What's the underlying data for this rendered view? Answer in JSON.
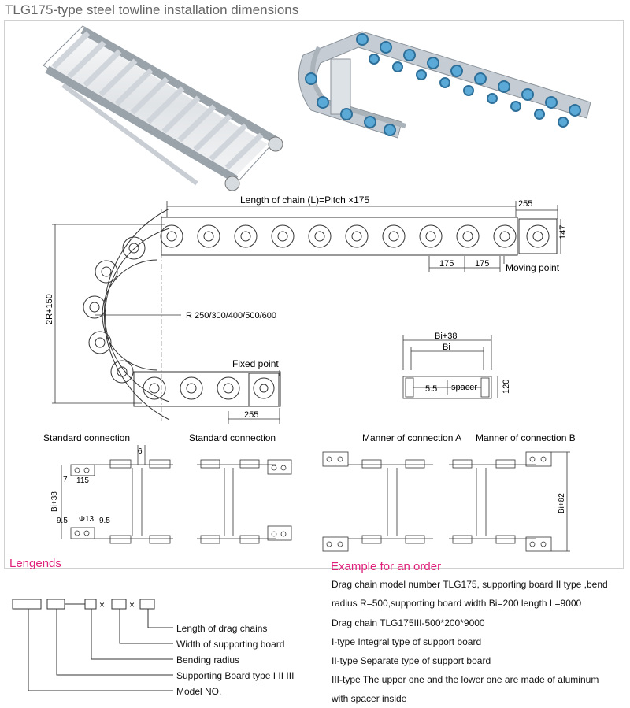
{
  "title": "TLG175-type steel towline installation dimensions",
  "drawing": {
    "length_label": "Length of chain (L)=Pitch ×175",
    "dim_255_top": "255",
    "dim_147": "147",
    "dim_175_a": "175",
    "dim_175_b": "175",
    "moving_point": "Moving point",
    "fixed_point": "Fixed point",
    "dim_255_bottom": "255",
    "dim_2r150": "2R+150",
    "radius_label": "R 250/300/400/500/600",
    "section": {
      "bi38": "Bi+38",
      "bi": "Bi",
      "dim_55": "5.5",
      "spacer": "spacer",
      "dim_120": "120"
    }
  },
  "connections": {
    "std1": "Standard connection",
    "std2": "Standard connection",
    "mannerA": "Manner of connection A",
    "mannerB": "Manner of connection B",
    "dim_6": "6",
    "dim_7": "7",
    "dim_115": "115",
    "dim_bi38": "Bi+38",
    "dim_95a": "9.5",
    "dim_phi13": "Φ13",
    "dim_95b": "9.5",
    "dim_bi82": "Bi+82"
  },
  "legends": {
    "heading": "Lengends",
    "items": [
      "Length of drag chains",
      "Width of supporting board",
      "Bending radius",
      "Supporting Board type I II III",
      "Model NO."
    ],
    "sep1": "×",
    "sep2": "×"
  },
  "order": {
    "heading": "Example for an order",
    "lines": [
      "Drag chain model number TLG175, supporting board II type ,bend",
      "radius R=500,supporting board width Bi=200 length L=9000",
      "Drag chain TLG175III-500*200*9000",
      "I-type Integral type of support board",
      "II-type Separate type of support board",
      "III-type The upper one and the lower one are made of aluminum",
      "with spacer inside"
    ]
  },
  "colors": {
    "pink": "#e0217b",
    "steel": "#a9b0b8",
    "blue_ring": "#5aa9d6"
  }
}
